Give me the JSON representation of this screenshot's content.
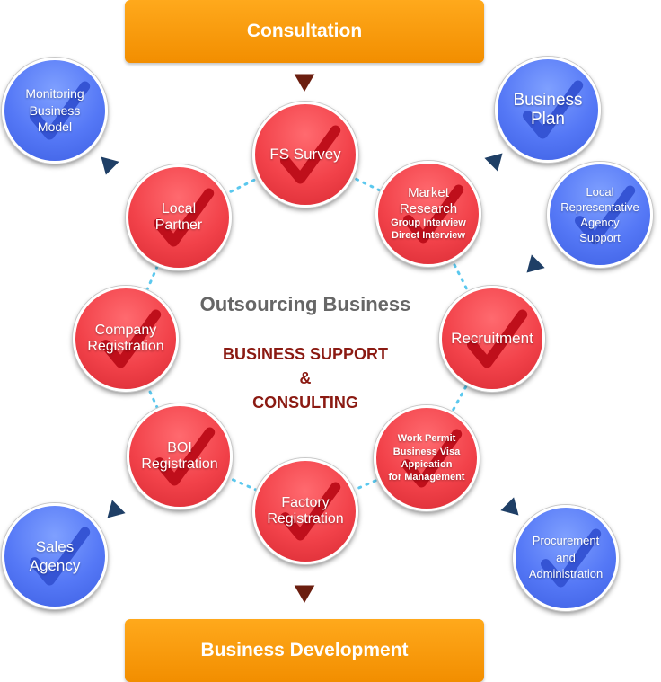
{
  "banners": {
    "top": "Consultation",
    "bottom": "Business Development"
  },
  "center": {
    "outsourcing": "Outsourcing Business",
    "support_line1": "BUSINESS SUPPORT",
    "support_line2": "&",
    "support_line3": "CONSULTING"
  },
  "red_steps": [
    {
      "lines": [
        "FS Survey"
      ],
      "sub": []
    },
    {
      "lines": [
        "Market",
        "Research"
      ],
      "sub": [
        "Group Interview",
        "Direct Interview"
      ]
    },
    {
      "lines": [
        "Recruitment"
      ],
      "sub": []
    },
    {
      "lines": [
        "Work Permit",
        "Business Visa",
        "Appication",
        "for Management"
      ],
      "sub": []
    },
    {
      "lines": [
        "Factory",
        "Registration"
      ],
      "sub": []
    },
    {
      "lines": [
        "BOI",
        "Registration"
      ],
      "sub": []
    },
    {
      "lines": [
        "Company",
        "Registration"
      ],
      "sub": []
    },
    {
      "lines": [
        "Local",
        "Partner"
      ],
      "sub": []
    }
  ],
  "blue_services": [
    {
      "lines": [
        "Monitoring",
        "Business",
        "Model"
      ]
    },
    {
      "lines": [
        "Business",
        "Plan"
      ]
    },
    {
      "lines": [
        "Local",
        "Representative",
        "Agency",
        "Support"
      ]
    },
    {
      "lines": [
        "Sales",
        "Agency"
      ]
    },
    {
      "lines": [
        "Procurement",
        "and",
        "Administration"
      ]
    }
  ],
  "colors": {
    "banner_orange": "#f7980b",
    "step_red": "#f2424a",
    "service_blue": "#5578f6",
    "arrow_brown": "#6b1e0f",
    "arrow_navy": "#1f3f66",
    "dotted_ring": "#5bc8ee",
    "support_text": "#8b1a12",
    "outsourcing_text": "#666666"
  },
  "icons": {
    "step": "checkmark-icon",
    "arrow": "triangle-arrow-icon"
  }
}
